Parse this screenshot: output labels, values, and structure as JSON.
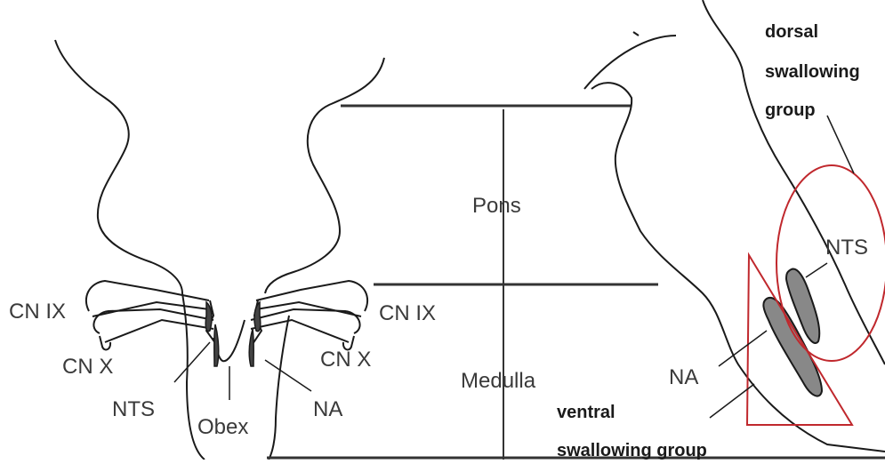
{
  "labels": {
    "pons": "Pons",
    "medulla": "Medulla",
    "cn_ix_left": "CN IX",
    "cn_ix_right": "CN IX",
    "cn_x_left": "CN X",
    "cn_x_right": "CN X",
    "nts_left": "NTS",
    "nts_right": "NTS",
    "na_left": "NA",
    "na_right": "NA",
    "obex": "Obex",
    "dorsal_line1": "dorsal",
    "dorsal_line2": "swallowing",
    "dorsal_line3": "group",
    "ventral_line1": "ventral",
    "ventral_line2": "swallowing group"
  },
  "colors": {
    "outline": "#1a1a1a",
    "highlight": "#c0282d"
  }
}
